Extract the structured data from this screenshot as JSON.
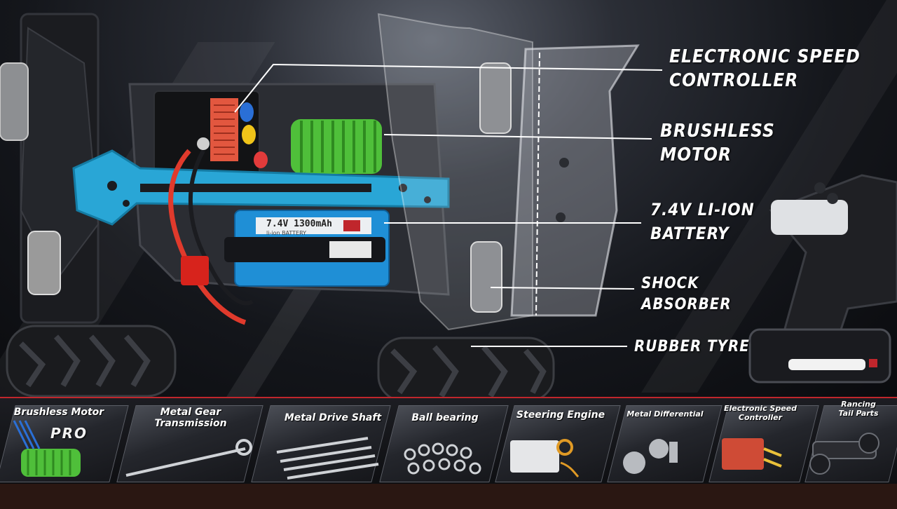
{
  "callouts": {
    "esc": [
      "ELECTRONIC SPEED",
      "CONTROLLER"
    ],
    "motor": [
      "BRUSHLESS",
      "MOTOR"
    ],
    "battery": [
      "7.4V LI-ION",
      "BATTERY"
    ],
    "shock": [
      "SHOCK",
      "ABSORBER"
    ],
    "tyre": [
      "RUBBER TYRE"
    ]
  },
  "battery_label": {
    "spec": "7.4V 1300mAh",
    "type": "li-ion BATTERY"
  },
  "features": [
    {
      "label": "Brushless Motor",
      "badge": "PRO"
    },
    {
      "label": "Metal Gear Transmission"
    },
    {
      "label": "Metal Drive Shaft"
    },
    {
      "label": "Ball bearing"
    },
    {
      "label": "Steering Engine"
    },
    {
      "label": "Metal Differential"
    },
    {
      "label": "Electronic Speed Controller"
    },
    {
      "label": "Rancing Tail Parts"
    }
  ],
  "colors": {
    "frame": "#29a6d6",
    "motor": "#4fbf3a",
    "battery": "#1f8fd6",
    "esc_heatsink": "#e2573f",
    "accent_red": "#c0262c"
  }
}
